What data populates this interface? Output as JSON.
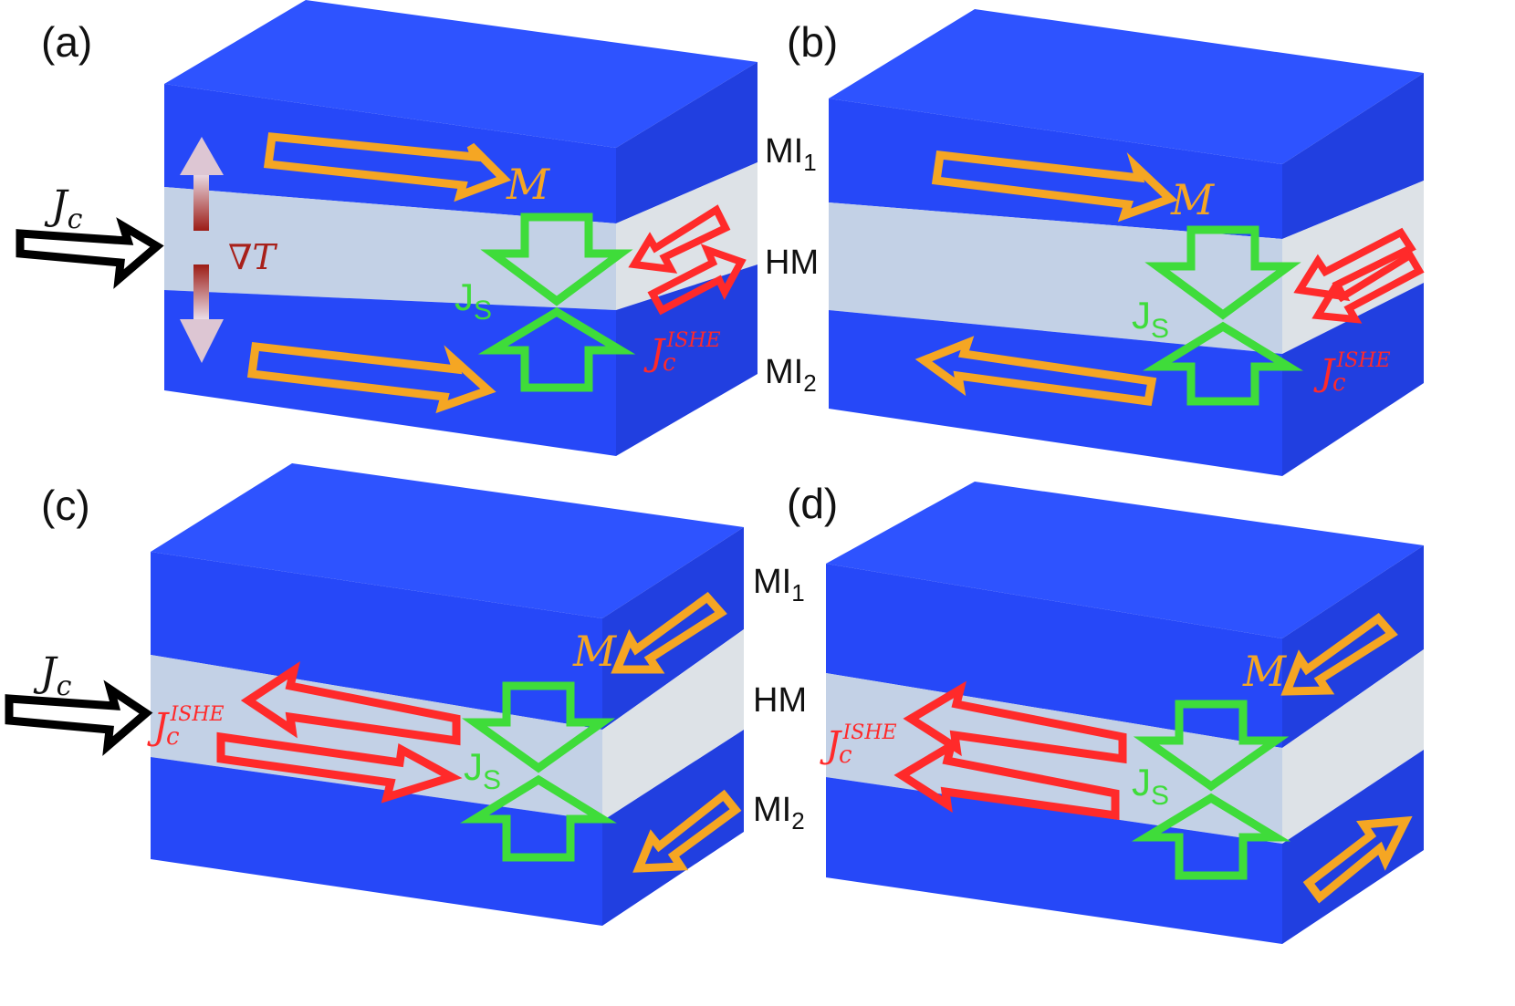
{
  "panels": {
    "a": {
      "label": "(a)"
    },
    "b": {
      "label": "(b)"
    },
    "c": {
      "label": "(c)"
    },
    "d": {
      "label": "(d)"
    }
  },
  "layers": {
    "top_main": "MI",
    "top_sub": "1",
    "middle": "HM",
    "bottom_main": "MI",
    "bottom_sub": "2"
  },
  "symbols": {
    "magnetization": "M",
    "charge_current_main": "J",
    "charge_current_sub": "c",
    "spin_current_main": "J",
    "spin_current_sub": "S",
    "ishe_main": "J",
    "ishe_sub": "c",
    "ishe_sup": "ISHE",
    "gradient": "∇T"
  },
  "colors": {
    "magnet_layer": "#2a4dff",
    "heavy_metal": "#c9d5e6",
    "magnetization_arrow": "#f5a623",
    "spin_current_arrow": "#3fdc3a",
    "ishe_arrow": "#ff2a2a",
    "gradient_arrow": "#a8201a",
    "outline": "#000000"
  }
}
